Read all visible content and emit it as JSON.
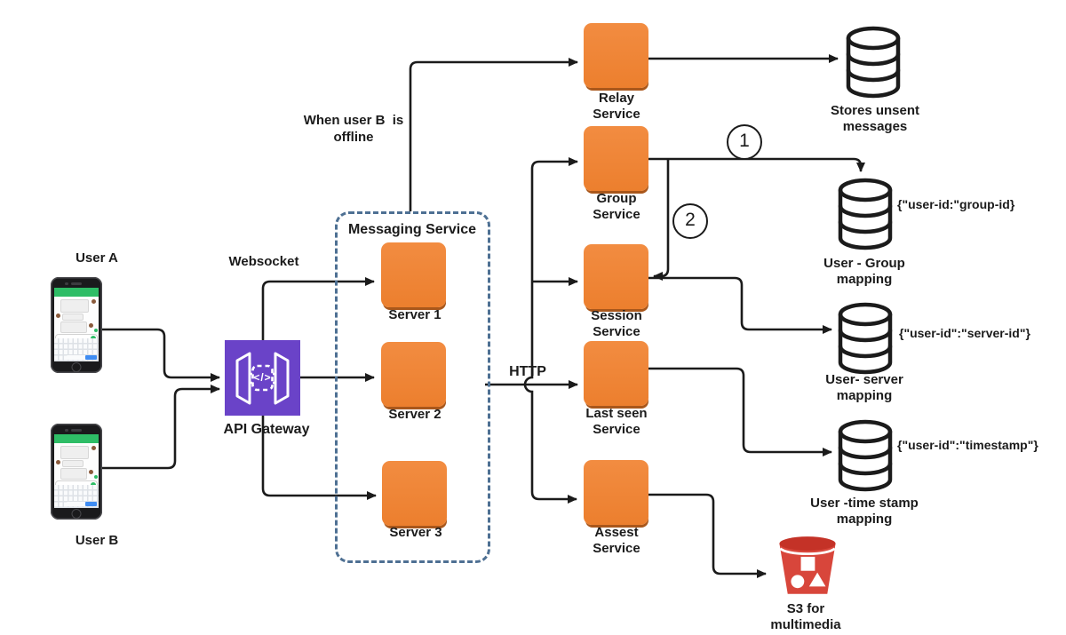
{
  "users": {
    "a_label": "User A",
    "b_label": "User B"
  },
  "gateway": {
    "label": "API Gateway",
    "icon_glyph": "</>"
  },
  "links": {
    "websocket": "Websocket",
    "http": "HTTP"
  },
  "offline_note": {
    "line1": "When user B  is",
    "line2": "offline"
  },
  "messaging_service": {
    "title": "Messaging Service",
    "servers": [
      "Server 1",
      "Server 2",
      "Server 3"
    ]
  },
  "services": {
    "relay": {
      "line1": "Relay",
      "line2": "Service"
    },
    "group": {
      "line1": "Group",
      "line2": "Service"
    },
    "session": {
      "line1": "Session",
      "line2": "Service"
    },
    "last_seen": {
      "line1": "Last seen",
      "line2": "Service"
    },
    "asset": {
      "line1": "Assest",
      "line2": "Service"
    }
  },
  "databases": {
    "unsent": {
      "line1": "Stores unsent",
      "line2": "messages"
    },
    "user_group": {
      "line1": "User - Group",
      "line2": "mapping",
      "annotation": "{\"user-id:\"group-id}"
    },
    "user_server": {
      "line1": "User- server",
      "line2": "mapping",
      "annotation": "{\"user-id\":\"server-id\"}"
    },
    "user_timestamp": {
      "line1": "User -time stamp",
      "line2": "mapping",
      "annotation": "{\"user-id\":\"timestamp\"}"
    }
  },
  "s3": {
    "line1": "S3 for",
    "line2": "multimedia"
  },
  "steps": {
    "one": "1",
    "two": "2"
  },
  "colors": {
    "service_orange": "#EE8435",
    "service_orange_shadow": "#A9571B",
    "gateway_purple": "#6A43C8",
    "dashed_border_blue": "#4E7093",
    "wire_black": "#1b1b1b",
    "s3_red": "#D8463B",
    "s3_lid_red": "#C43227",
    "phone_chat_green": "#2EBD66"
  }
}
